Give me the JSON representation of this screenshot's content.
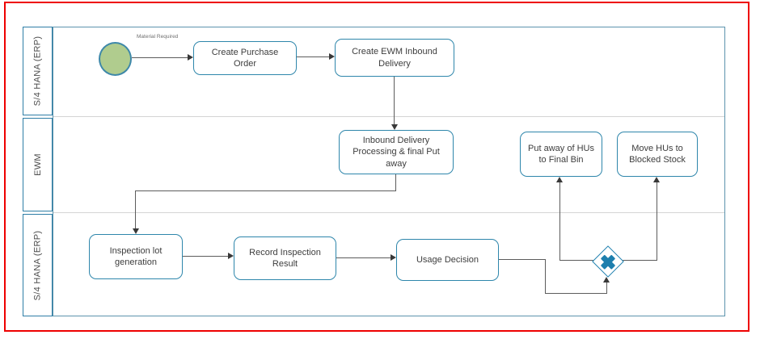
{
  "diagram": {
    "lanes": [
      {
        "label": "S/4 HANA (ERP)"
      },
      {
        "label": "EWM"
      },
      {
        "label": "S/4 HANA (ERP)"
      }
    ],
    "start_event": {
      "label": "Material Required"
    },
    "nodes": {
      "create_purchase_order": {
        "label": "Create Purchase Order"
      },
      "create_ewm_inbound_delivery": {
        "label": "Create EWM Inbound Delivery"
      },
      "inbound_delivery_processing": {
        "label": "Inbound Delivery Processing & final Put away"
      },
      "put_away_hus_final_bin": {
        "label": "Put away of HUs to Final Bin"
      },
      "move_hus_blocked_stock": {
        "label": "Move HUs to Blocked Stock"
      },
      "inspection_lot_generation": {
        "label": "Inspection lot generation"
      },
      "record_inspection_result": {
        "label": "Record Inspection Result"
      },
      "usage_decision": {
        "label": "Usage Decision"
      }
    },
    "gateway": {
      "type": "exclusive-xor"
    },
    "colors": {
      "frame_red": "#ee0000",
      "task_border": "#2e86ab",
      "lane_border": "#2e7ea6",
      "lane_divider": "#d4d4d4",
      "start_fill": "#b0cc8e",
      "start_border": "#3e88a9",
      "gateway_blue": "#1d7fae",
      "edge_gray": "#5c5c5c"
    }
  }
}
